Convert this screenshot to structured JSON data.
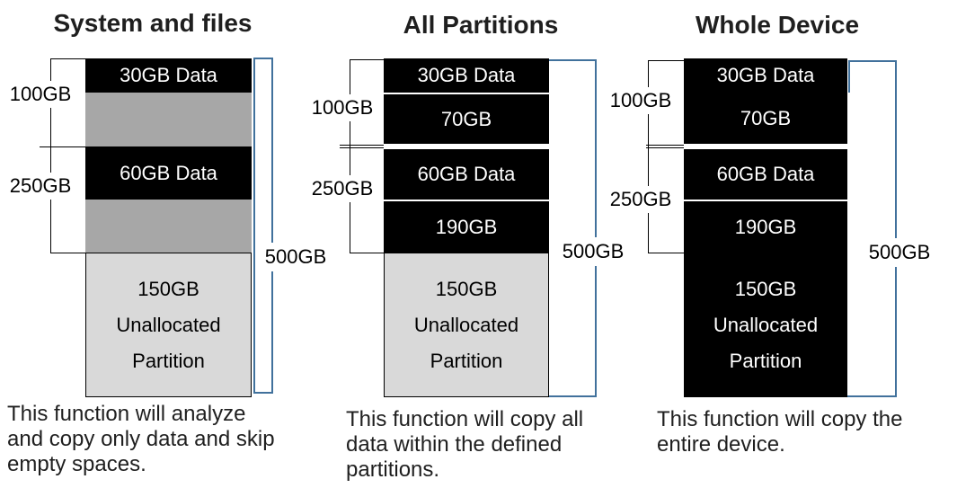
{
  "colors": {
    "ink": "#1f1f1f",
    "bar_black": "#000000",
    "empty_gray": "#a7a7a7",
    "unalloc_gray": "#d9d9d9",
    "blue": "#41719c",
    "white": "#ffffff"
  },
  "columns": [
    {
      "title": "System and files",
      "partition1_size": "100GB",
      "partition2_size": "250GB",
      "device_size": "500GB",
      "segments": {
        "data1": "30GB Data",
        "empty1": "",
        "data2": "60GB Data",
        "empty2": "",
        "unallocated": "150GB\nUnallocated\nPartition"
      },
      "caption": "This function will analyze\nand copy only data and skip\nempty spaces."
    },
    {
      "title": "All Partitions",
      "partition1_size": "100GB",
      "partition2_size": "250GB",
      "device_size": "500GB",
      "segments": {
        "data1": "30GB Data",
        "empty1": "70GB",
        "data2": "60GB Data",
        "empty2": "190GB",
        "unallocated": "150GB\nUnallocated\nPartition"
      },
      "caption": "This function will copy all\ndata within the defined\npartitions."
    },
    {
      "title": "Whole Device",
      "partition1_size": "100GB",
      "partition2_size": "250GB",
      "device_size": "500GB",
      "segments": {
        "data1": "30GB Data",
        "empty1": "70GB",
        "data2": "60GB Data",
        "empty2": "190GB",
        "unallocated": "150GB\nUnallocated\nPartition"
      },
      "caption": "This function will copy the\nentire device."
    }
  ]
}
